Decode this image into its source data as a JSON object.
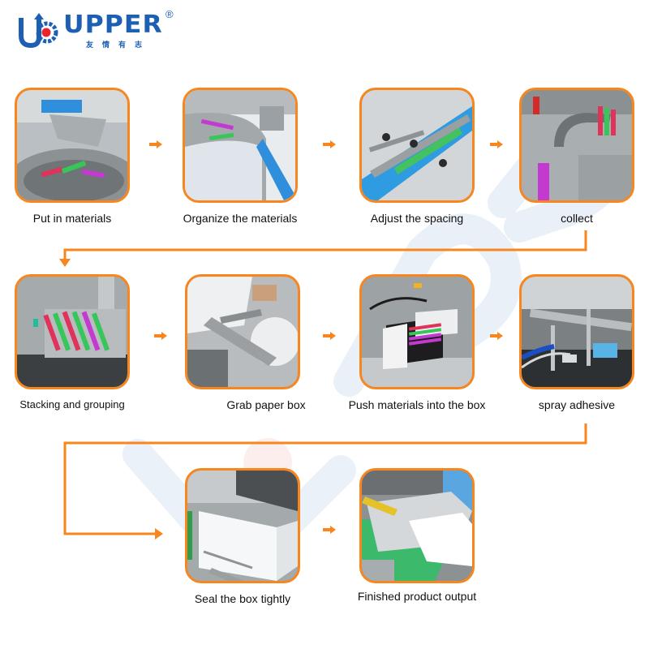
{
  "brand": {
    "name": "UPPER",
    "registered": "®",
    "chinese": "友情有志",
    "colors": {
      "primary": "#1d5fb3",
      "accent": "#e8262b"
    }
  },
  "diagram": {
    "title": "Cartoning machine process flow",
    "accent_color": "#f7861e",
    "steps": [
      {
        "id": 1,
        "label": "Put in materials",
        "image": "rotary-feeder-photo"
      },
      {
        "id": 2,
        "label": "Organize the materials",
        "image": "sorting-turntable-photo"
      },
      {
        "id": 3,
        "label": "Adjust the spacing",
        "image": "conveyor-spacing-photo"
      },
      {
        "id": 4,
        "label": "collect",
        "image": "collecting-unit-photo"
      },
      {
        "id": 5,
        "label": "Stacking and grouping",
        "image": "stacking-unit-photo"
      },
      {
        "id": 6,
        "label": "Grab paper box",
        "image": "carton-pickup-photo"
      },
      {
        "id": 7,
        "label": "Push materials into the box",
        "image": "push-in-unit-photo"
      },
      {
        "id": 8,
        "label": "spray adhesive",
        "image": "glue-spray-photo"
      },
      {
        "id": 9,
        "label": "Seal the box tightly",
        "image": "box-sealing-photo"
      },
      {
        "id": 10,
        "label": "Finished product output",
        "image": "product-output-photo"
      }
    ],
    "flow": [
      [
        1,
        2
      ],
      [
        2,
        3
      ],
      [
        3,
        4
      ],
      [
        4,
        5
      ],
      [
        5,
        6
      ],
      [
        6,
        7
      ],
      [
        7,
        8
      ],
      [
        8,
        9
      ],
      [
        9,
        10
      ]
    ]
  }
}
